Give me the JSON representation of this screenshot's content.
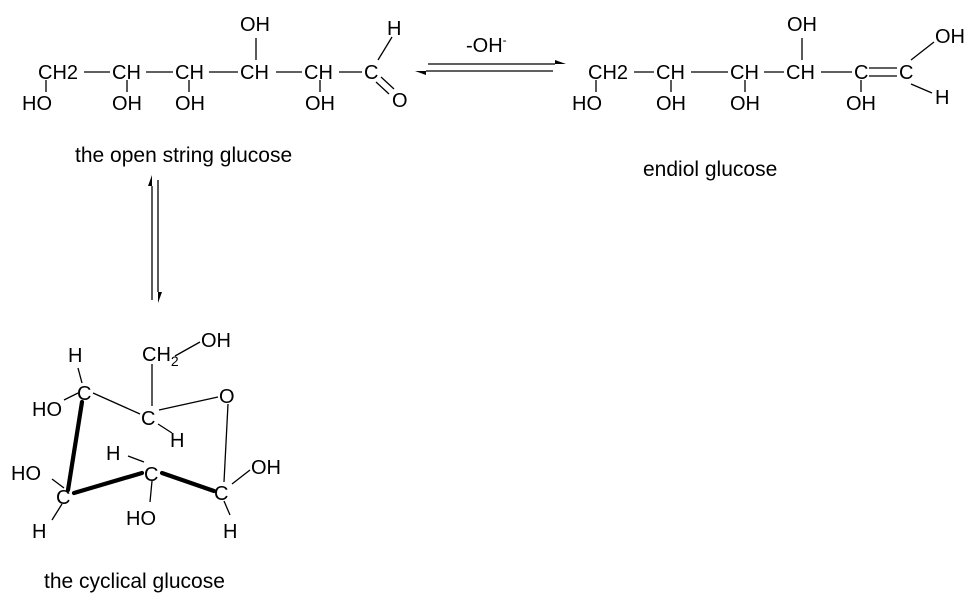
{
  "captions": {
    "open": "the open string glucose",
    "endiol": "endiol glucose",
    "cyclic": "the cyclical glucose"
  },
  "reagent": {
    "main": "-OH",
    "charge": "-"
  },
  "atoms": {
    "ch2": "CH2",
    "ch": "CH",
    "c": "C",
    "oh": "OH",
    "ho": "HO",
    "h": "H",
    "o": "O",
    "ch2_base": "CH",
    "ch2_sub": "2"
  },
  "colors": {
    "ink": "#000000",
    "background": "#ffffff"
  }
}
